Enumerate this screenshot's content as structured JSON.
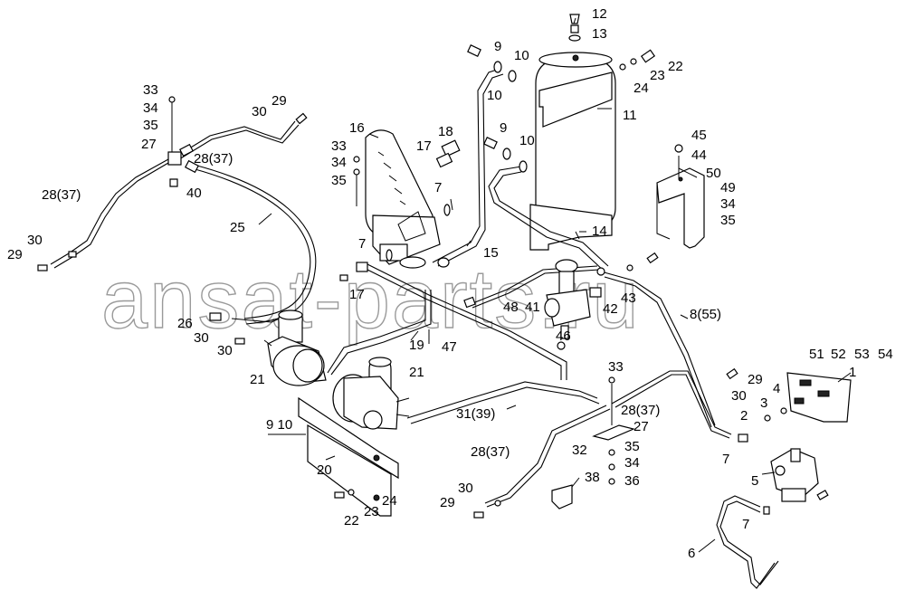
{
  "watermark": "ansat-parts.ru",
  "callouts": {
    "c12": "12",
    "c13": "13",
    "c9a": "9",
    "c10a": "10",
    "c10b": "10",
    "c11": "11",
    "c22a": "22",
    "c23a": "23",
    "c24a": "24",
    "c33a": "33",
    "c34a": "34",
    "c35a": "35",
    "c27a": "27",
    "c29a": "29",
    "c30a": "30",
    "c2837a": "28(37)",
    "c40": "40",
    "c2837b": "28(37)",
    "c29b": "29",
    "c30b": "30",
    "c25": "25",
    "c16": "16",
    "c33b": "33",
    "c34b": "34",
    "c35b": "35",
    "c17a": "17",
    "c18": "18",
    "c9b": "9",
    "c10c": "10",
    "c45": "45",
    "c44": "44",
    "c50": "50",
    "c49": "49",
    "c34c": "34",
    "c35c": "35",
    "c7a": "7",
    "c14": "14",
    "c7b": "7",
    "c15": "15",
    "c17b": "17",
    "c48": "48",
    "c41": "41",
    "c42": "42",
    "c43": "43",
    "c855": "8(55)",
    "c26": "26",
    "c30c": "30",
    "c30d": "30",
    "c19": "19",
    "c46": "46",
    "c47": "47",
    "c21a": "21",
    "c21b": "21",
    "c51": "51",
    "c52": "52",
    "c53": "53",
    "c54": "54",
    "c1": "1",
    "c33c": "33",
    "c29c": "29",
    "c30e": "30",
    "c4": "4",
    "c3": "3",
    "c2": "2",
    "c910": "9 10",
    "c3139": "31(39)",
    "c2837c": "28(37)",
    "c27b": "27",
    "c2837d": "28(37)",
    "c32": "32",
    "c35d": "35",
    "c34d": "34",
    "c36": "36",
    "c38": "38",
    "c20": "20",
    "c24b": "24",
    "c23b": "23",
    "c22b": "22",
    "c30f": "30",
    "c29d": "29",
    "c7c": "7",
    "c5": "5",
    "c7d": "7",
    "c6": "6"
  }
}
